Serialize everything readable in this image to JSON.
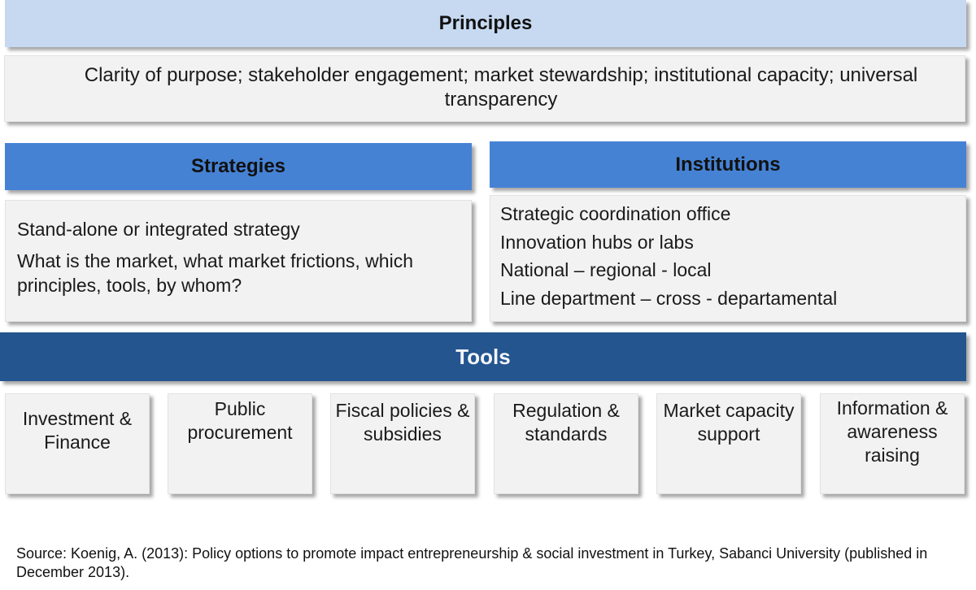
{
  "principles": {
    "title": "Principles",
    "text": "Clarity of purpose; stakeholder engagement; market stewardship; institutional capacity; universal transparency"
  },
  "strategies": {
    "title": "Strategies",
    "items": [
      "Stand-alone or integrated strategy",
      "What is the market, what market frictions, which principles, tools, by whom?"
    ]
  },
  "institutions": {
    "title": "Institutions",
    "items": [
      "Strategic coordination office",
      "Innovation hubs or labs",
      "National – regional -  local",
      "Line department – cross - departamental"
    ]
  },
  "tools": {
    "title": "Tools",
    "items": [
      "Investment & Finance",
      "Public procurement",
      "Fiscal policies & subsidies",
      "Regulation & standards",
      "Market capacity support",
      "Information & awareness raising"
    ]
  },
  "source": "Source: Koenig, A. (2013): Policy options to promote impact entrepreneurship & social investment in Turkey, Sabanci University (published in December 2013)."
}
